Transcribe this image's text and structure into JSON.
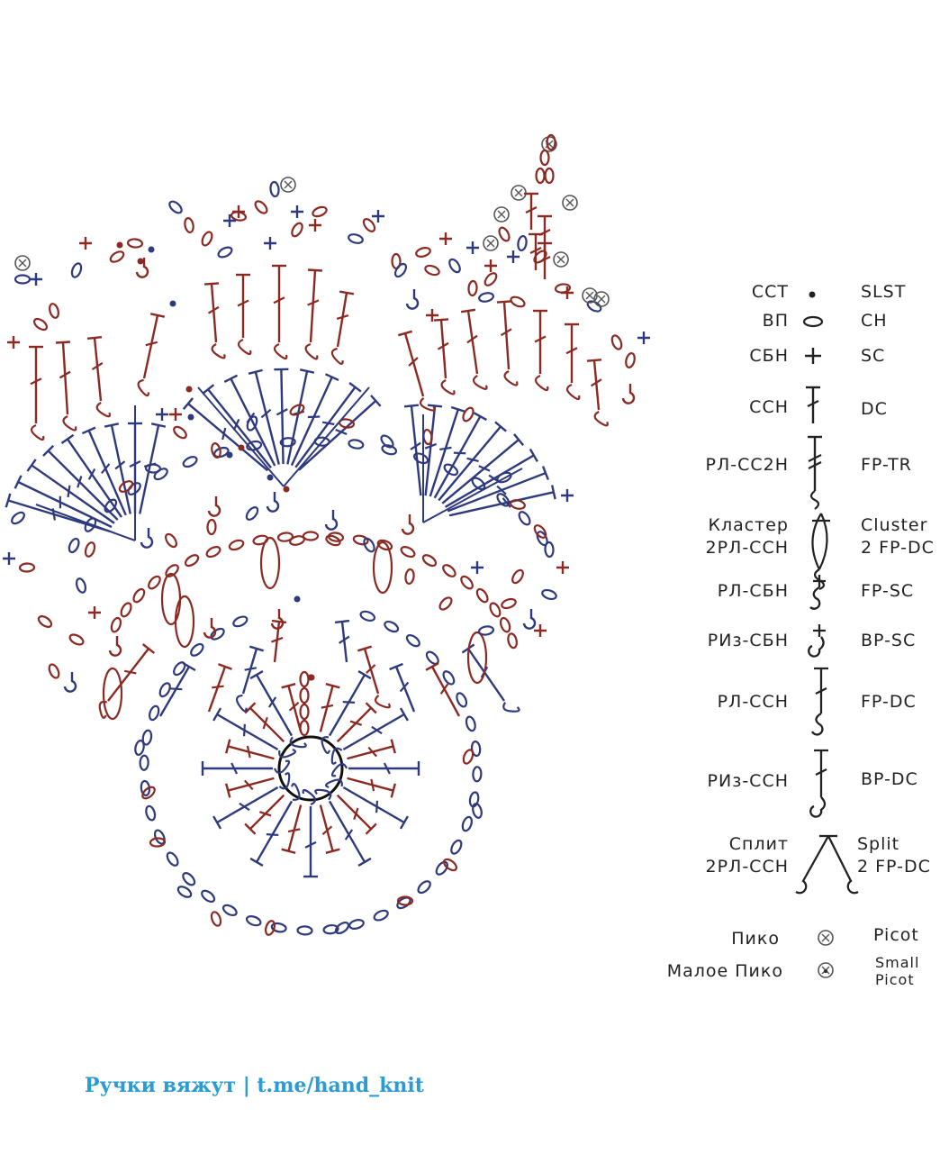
{
  "colors": {
    "red": "#8b2a22",
    "blue": "#2f3a7e",
    "ink": "#222222",
    "footer": "#2a9bd3"
  },
  "legend": [
    {
      "ru": "ССТ",
      "en": "SLST",
      "symbol": "dot-icon"
    },
    {
      "ru": "ВП",
      "en": "CH",
      "symbol": "chain-oval-icon"
    },
    {
      "ru": "СБН",
      "en": "SC",
      "symbol": "plus-icon"
    },
    {
      "ru": "ССН",
      "en": "DC",
      "symbol": "dc-stitch-icon"
    },
    {
      "ru": "РЛ-СС2Н",
      "en": "FP-TR",
      "symbol": "fp-tr-icon"
    },
    {
      "ru": "Кластер\n2РЛ-ССН",
      "en": "Cluster\n2 FP-DC",
      "symbol": "cluster-icon"
    },
    {
      "ru": "РЛ-СБН",
      "en": "FP-SC",
      "symbol": "fp-sc-icon"
    },
    {
      "ru": "РИз-СБН",
      "en": "BP-SC",
      "symbol": "bp-sc-icon"
    },
    {
      "ru": "РЛ-ССН",
      "en": "FP-DC",
      "symbol": "fp-dc-icon"
    },
    {
      "ru": "РИз-ССН",
      "en": "BP-DC",
      "symbol": "bp-dc-icon"
    },
    {
      "ru": "Сплит\n2РЛ-ССН",
      "en": "Split\n2 FP-DC",
      "symbol": "split-icon"
    },
    {
      "ru": "Пико",
      "en": "Picot",
      "symbol": "picot-icon"
    },
    {
      "ru": "Малое Пико",
      "en": "Small\nPicot",
      "symbol": "small-picot-icon"
    }
  ],
  "footer": {
    "text": "Ручки вяжут | t.me/hand_knit"
  }
}
